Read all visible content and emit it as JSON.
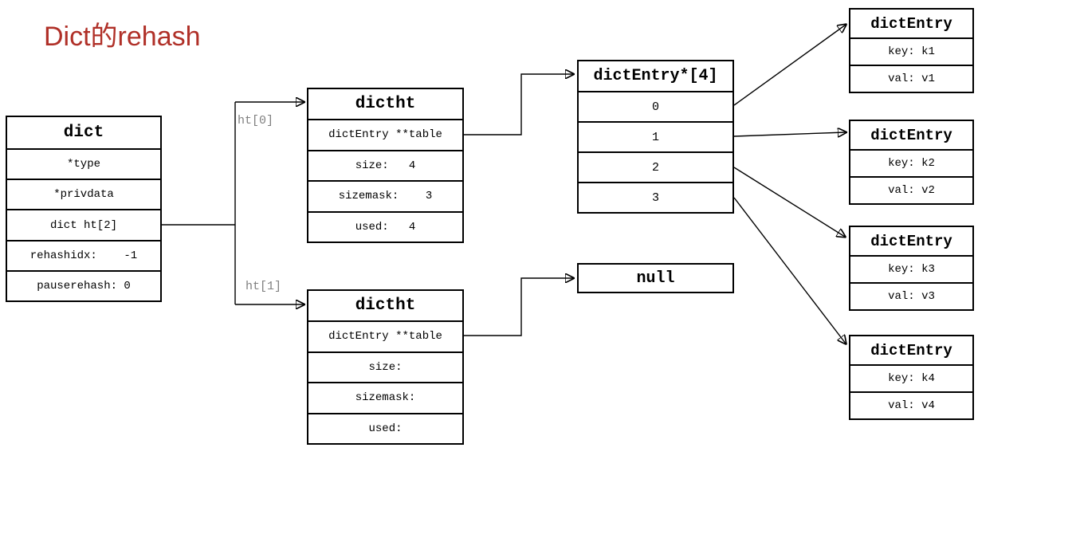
{
  "page": {
    "heading": "Dict的rehash",
    "heading_color": "#b03028",
    "background_color": "#ffffff",
    "line_color": "#000000",
    "label_gray_color": "#808080"
  },
  "diagram": {
    "dict_box": {
      "title": "dict",
      "rows": [
        "*type",
        "*privdata",
        "dict ht[2]",
        "rehashidx:    -1",
        "pauserehash: 0"
      ]
    },
    "ht_labels": {
      "ht0": "ht[0]",
      "ht1": "ht[1]"
    },
    "dictht0": {
      "title": "dictht",
      "rows": [
        "dictEntry **table",
        "size:   4",
        "sizemask:    3",
        "used:   4"
      ]
    },
    "dictht1": {
      "title": "dictht",
      "rows": [
        "dictEntry **table",
        "size:",
        "sizemask:",
        "used:"
      ]
    },
    "bucket_box": {
      "title": "dictEntry*[4]",
      "rows": [
        "0",
        "1",
        "2",
        "3"
      ]
    },
    "null_box": {
      "title": "null"
    },
    "entries": [
      {
        "title": "dictEntry",
        "rows": [
          "key: k1",
          "val: v1"
        ]
      },
      {
        "title": "dictEntry",
        "rows": [
          "key: k2",
          "val: v2"
        ]
      },
      {
        "title": "dictEntry",
        "rows": [
          "key: k3",
          "val: v3"
        ]
      },
      {
        "title": "dictEntry",
        "rows": [
          "key: k4",
          "val: v4"
        ]
      }
    ],
    "edges": [
      {
        "from": "dict.dict ht[2]",
        "to": "branch"
      },
      {
        "from": "branch",
        "to": "dictht0",
        "label": "ht[0]"
      },
      {
        "from": "branch",
        "to": "dictht1",
        "label": "ht[1]"
      },
      {
        "from": "dictht0.table",
        "to": "dictEntry*[4]"
      },
      {
        "from": "dictht1.table",
        "to": "null"
      },
      {
        "from": "bucket.0",
        "to": "dictEntry k1"
      },
      {
        "from": "bucket.1",
        "to": "dictEntry k2"
      },
      {
        "from": "bucket.2",
        "to": "dictEntry k3"
      },
      {
        "from": "bucket.3",
        "to": "dictEntry k4"
      }
    ]
  }
}
